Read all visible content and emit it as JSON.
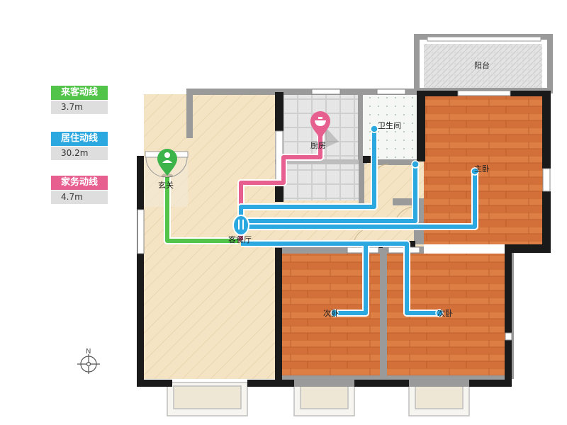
{
  "legend": {
    "guest": {
      "label": "来客动线",
      "value": "3.7m",
      "color": "#52c44a"
    },
    "living": {
      "label": "居住动线",
      "value": "30.2m",
      "color": "#2aa8df"
    },
    "housework": {
      "label": "家务动线",
      "value": "4.7m",
      "color": "#e75f8e"
    }
  },
  "rooms": {
    "balcony": "阳台",
    "bathroom": "卫生间",
    "kitchen": "厨房",
    "master_bedroom": "主卧",
    "entrance": "玄关",
    "living_dining": "客餐厅",
    "second_bedroom_left": "次卧",
    "second_bedroom_right": "次卧"
  },
  "compass": {
    "label": "N"
  },
  "colors": {
    "wall": "#1a1a1a",
    "wall_gray": "#9a9a9a",
    "wood": "#d9763d",
    "living_floor": "#f4e4c4",
    "kitchen_tile": "#e3e3e3",
    "bath_tile": "#f1f4f1",
    "balcony_fill": "#e6e6e6"
  }
}
